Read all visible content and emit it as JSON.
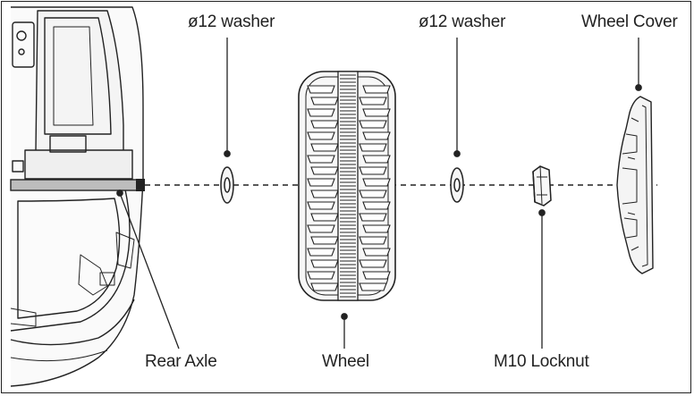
{
  "labels": {
    "washer_left": "ø12 washer",
    "washer_right": "ø12 washer",
    "wheel_cover": "Wheel Cover",
    "rear_axle": "Rear Axle",
    "wheel": "Wheel",
    "locknut": "M10 Locknut"
  },
  "colors": {
    "line": "#222222",
    "fill_light": "#f2f2f2",
    "axle": "#bdbdbd"
  }
}
